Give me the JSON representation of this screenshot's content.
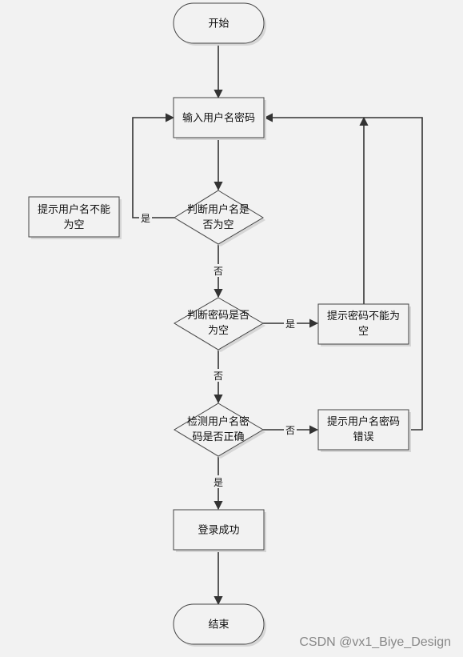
{
  "nodes": {
    "start": "开始",
    "input": "输入用户名密码",
    "check_user_empty": [
      "判断用户名是",
      "否为空"
    ],
    "prompt_user_empty": [
      "提示用户名不能",
      "为空"
    ],
    "check_pwd_empty": [
      "判断密码是否",
      "为空"
    ],
    "prompt_pwd_empty": [
      "提示密码不能为",
      "空"
    ],
    "verify": [
      "检测用户名密",
      "码是否正确"
    ],
    "prompt_error": [
      "提示用户名密码",
      "错误"
    ],
    "login_success": "登录成功",
    "end": "结束"
  },
  "edges": {
    "yes": "是",
    "no": "否"
  },
  "watermark": "CSDN @vx1_Biye_Design"
}
